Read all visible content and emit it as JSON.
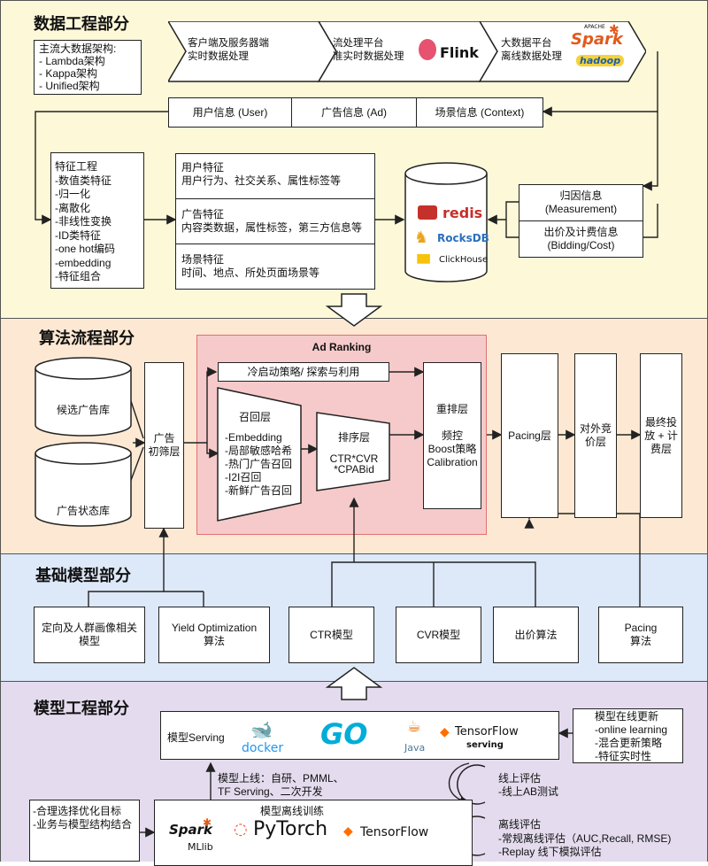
{
  "sections": {
    "data_eng": "数据工程部分",
    "algo": "算法流程部分",
    "base_model": "基础模型部分",
    "model_eng": "模型工程部分"
  },
  "data_eng": {
    "arch_box": "主流大数据架构:\n- Lambda架构\n- Kappa架构\n- Unified架构",
    "pipeline": [
      "客户端及服务器端\n实时数据处理",
      "流处理平台\n准实时数据处理",
      "大数据平台\n离线数据处理"
    ],
    "logos": {
      "flink": "Flink",
      "spark_small": "APACHE",
      "spark": "Spark",
      "hadoop": "hadoop"
    },
    "info_row": [
      "用户信息 (User)",
      "广告信息 (Ad)",
      "场景信息 (Context)"
    ],
    "feature_eng": "特征工程\n-数值类特征\n   -归一化\n   -离散化\n   -非线性变换\n-ID类特征\n   -one hot编码\n   -embedding\n-特征组合",
    "features": [
      "用户特征\n用户行为、社交关系、属性标签等",
      "广告特征\n内容类数据，属性标签，第三方信息等",
      "场景特征\n时间、地点、所处页面场景等"
    ],
    "db_logos": {
      "redis": "redis",
      "rocksdb": "RocksDB",
      "clickhouse": "ClickHouse"
    },
    "attribution": "归因信息\n(Measurement)",
    "bidding": "出价及计费信息\n(Bidding/Cost)"
  },
  "algo": {
    "candidate_db": "候选广告库",
    "state_db": "广告状态库",
    "prefilter": "广告\n初筛层",
    "ad_ranking_title": "Ad Ranking",
    "cold_start": "冷启动策略/ 探索与利用",
    "recall": "召回层",
    "recall_items": "-Embedding\n-局部敏感哈希\n-热门广告召回\n-I2I召回\n-新鲜广告召回",
    "ranking": "排序层\n\nCTR*CVR\n*CPABid",
    "rerank": "重排层\n\n频控\nBoost策略\nCalibration",
    "pacing": "Pacing层",
    "external_bid": "对外竞\n价层",
    "final": "最终投\n放 + 计\n费层"
  },
  "base_model": {
    "targeting": "定向及人群画像相关\n模型",
    "yield": "Yield Optimization\n算法",
    "ctr": "CTR模型",
    "cvr": "CVR模型",
    "bid_algo": "出价算法",
    "pacing_algo": "Pacing\n算法"
  },
  "model_eng": {
    "serving": "模型Serving",
    "serving_logos": {
      "docker": "docker",
      "go": "GO",
      "java": "Java",
      "tf": "TensorFlow",
      "tf_sub": "serving"
    },
    "online_update": "模型在线更新\n-online learning\n-混合更新策略\n-特征实时性",
    "deploy_label": "模型上线：自研、PMML、\nTF Serving、二次开发",
    "online_eval": "线上评估\n-线上AB测试",
    "offline_train_title": "模型离线训练",
    "train_logos": {
      "spark": "Spark",
      "mllib": "MLlib",
      "pytorch": "PyTorch",
      "tf": "TensorFlow"
    },
    "goal_box": "-合理选择优化目标\n-业务与模型结构结合",
    "offline_eval": "离线评估\n-常规离线评估（AUC,Recall, RMSE)\n-Replay 线下模拟评估"
  },
  "colors": {
    "data_eng_bg": "#fdf8d8",
    "algo_bg": "#fde9d3",
    "base_bg": "#dde8f8",
    "model_bg": "#e4dcee",
    "ad_ranking_bg": "#f6caca",
    "ad_ranking_border": "#e07070",
    "flink": "#e6526f",
    "spark": "#e25a1c",
    "redis": "#c6302b",
    "rocksdb": "#2a6ebd",
    "docker": "#2496ed",
    "go": "#00add8",
    "tf": "#ff6f00",
    "pytorch": "#ee4c2c"
  }
}
